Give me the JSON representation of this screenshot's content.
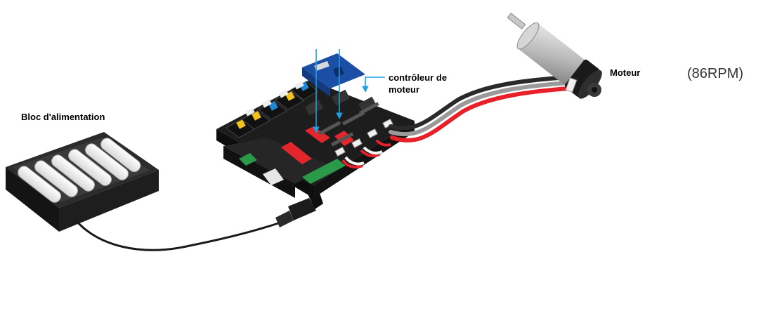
{
  "labels": {
    "power_block": "Bloc d'alimentation",
    "controller_line1": "contrôleur de",
    "controller_line2": "moteur",
    "motor": "Moteur",
    "rpm": "(86RPM)"
  },
  "colors": {
    "arrow": "#1e9fe0",
    "board": "#1d1d1d",
    "wire_red": "#e8202a",
    "wire_gray": "#9a9a9a",
    "wire_black": "#2a2a2a",
    "header_red": "#e3262c",
    "terminal_green": "#2a9a4a",
    "button_yellow": "#f2c21c",
    "button_blue": "#1f87d4",
    "module_blue": "#1b4fa6"
  },
  "icons": {
    "battery_pack": "battery-pack-icon",
    "control_board": "control-board-icon",
    "motor": "dc-motor-icon",
    "power_jack": "power-jack-icon"
  }
}
